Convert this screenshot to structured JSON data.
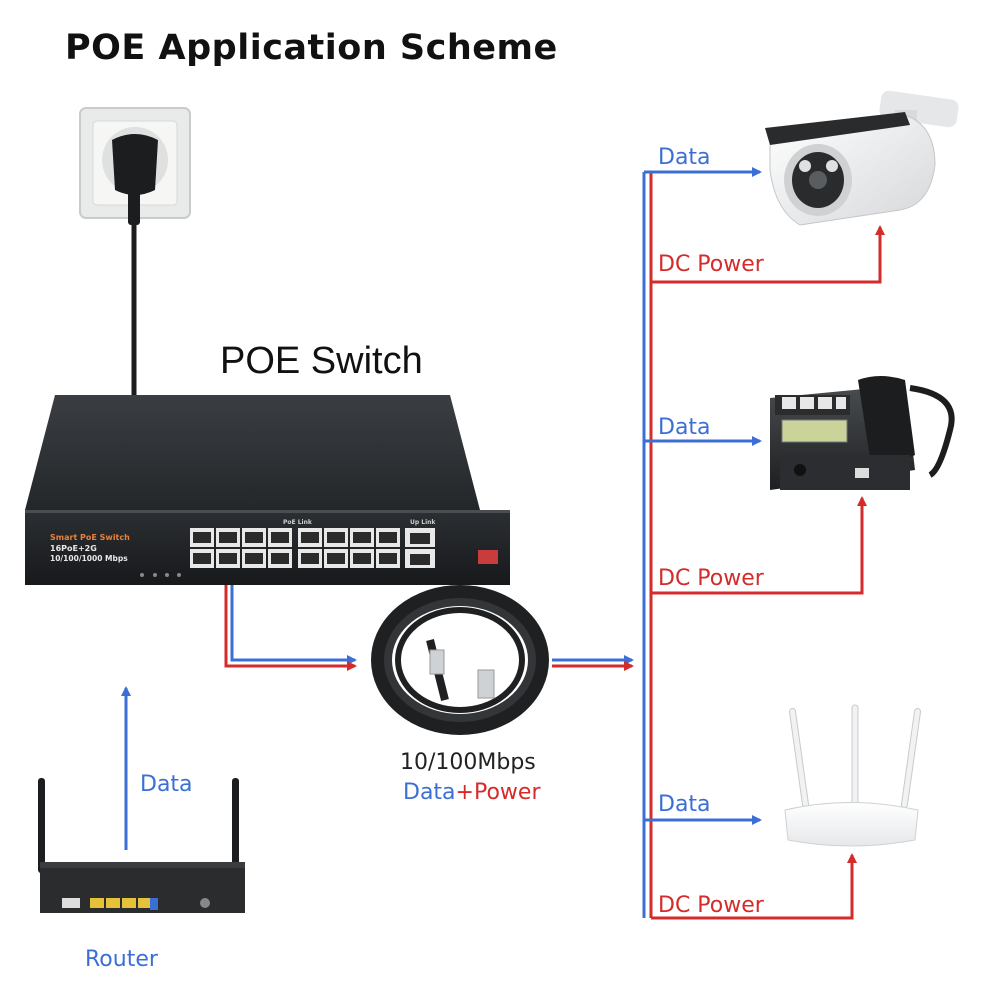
{
  "title": "POE Application Scheme",
  "switch": {
    "heading": "POE Switch",
    "brand": "Smart PoE Switch",
    "model": "16PoE+2G",
    "speed": "10/100/1000 Mbps",
    "poe_link_label": "PoE Link",
    "up_link_label": "Up Link"
  },
  "cable": {
    "speed": "10/100Mbps",
    "data_word": "Data",
    "plus": "+",
    "power_word": "Power"
  },
  "router": {
    "label": "Router",
    "data_label": "Data"
  },
  "devices": [
    {
      "name": "camera",
      "data_label": "Data",
      "power_label": "DC Power"
    },
    {
      "name": "ip-phone",
      "data_label": "Data",
      "power_label": "DC Power"
    },
    {
      "name": "wifi-router",
      "data_label": "Data",
      "power_label": "DC Power"
    }
  ],
  "colors": {
    "data": "#3b6fd6",
    "power": "#d42b2b"
  }
}
